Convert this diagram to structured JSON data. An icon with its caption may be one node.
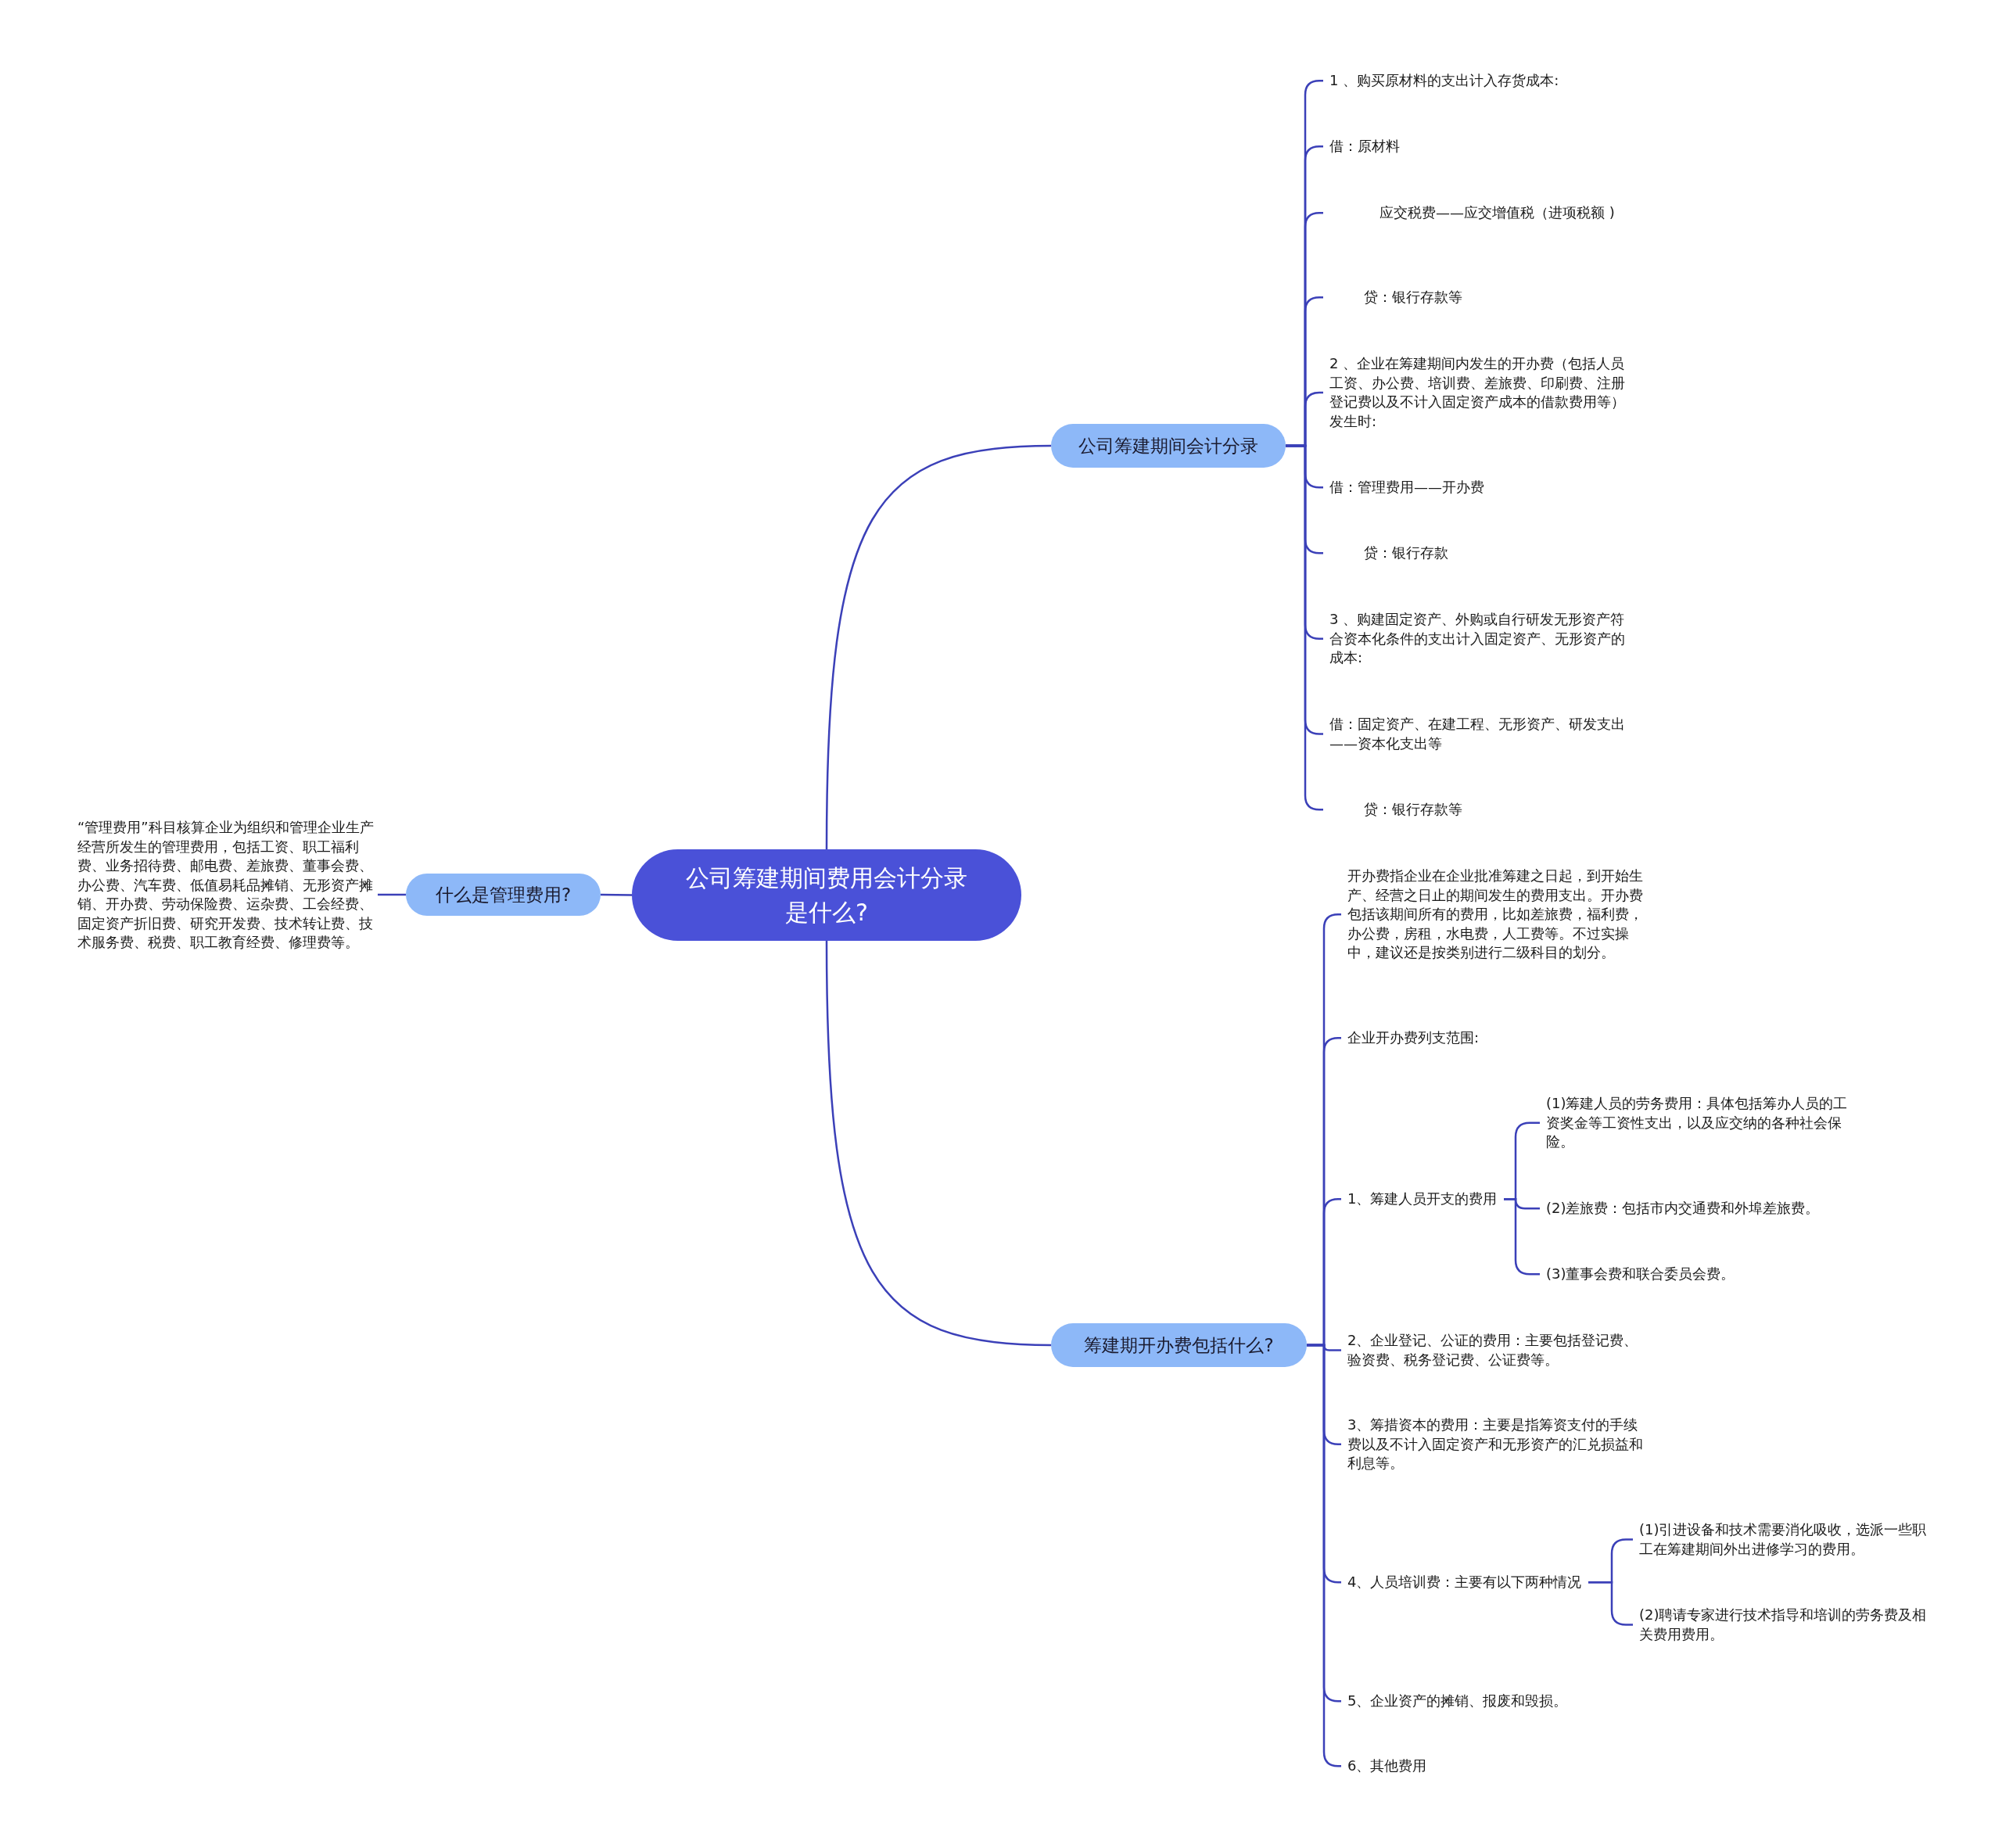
{
  "diagram": {
    "nodes": [
      {
        "text": [
          "公司筹建期间费用会计分录是什么?"
        ]
      },
      {
        "text": [
          "公司筹建期间会计分录"
        ]
      },
      {
        "text": [
          "1 、购买原材料的支出计入存货成本:"
        ]
      },
      {
        "text": [
          "借：原材料"
        ]
      },
      {
        "text": [
          "应交税费——应交增值税（进项税额 )"
        ]
      },
      {
        "text": [
          "贷：银行存款等"
        ]
      },
      {
        "text": [
          "2 、企业在筹建期间内发生的开办费（包括人员工资、办公费、培训费、差旅费、印刷费、注册登记费以及不计入固定资产成本的借款费用等）发生时:"
        ]
      },
      {
        "text": [
          "借：管理费用——开办费"
        ]
      },
      {
        "text": [
          "贷：银行存款"
        ]
      },
      {
        "text": [
          "3 、购建固定资产、外购或自行研发无形资产符合资本化条件的支出计入固定资产、无形资产的成本:"
        ]
      },
      {
        "text": [
          "借：固定资产、在建工程、无形资产、研发支出——资本化支出等"
        ]
      },
      {
        "text": [
          "贷：银行存款等"
        ]
      },
      {
        "text": [
          "筹建期开办费包括什么?"
        ]
      },
      {
        "text": [
          "开办费指企业在企业批准筹建之日起，到开始生产、经营之日止的期间发生的费用支出。开办费包括该期间所有的费用，比如差旅费，福利费，办公费，房租，水电费，人工费等。不过实操中，建议还是按类别进行二级科目的划分。"
        ]
      },
      {
        "text": [
          "企业开办费列支范围:"
        ]
      },
      {
        "text": [
          "1、筹建人员开支的费用"
        ]
      },
      {
        "text": [
          "(1)筹建人员的劳务费用：具体包括筹办人员的工资奖金等工资性支出，以及应交纳的各种社会保险。"
        ]
      },
      {
        "text": [
          "(2)差旅费：包括市内交通费和外埠差旅费。"
        ]
      },
      {
        "text": [
          "(3)董事会费和联合委员会费。"
        ]
      },
      {
        "text": [
          "2、企业登记、公证的费用：主要包括登记费、验资费、税务登记费、公证费等。"
        ]
      },
      {
        "text": [
          "3、筹措资本的费用：主要是指筹资支付的手续费以及不计入固定资产和无形资产的汇兑损益和利息等。"
        ]
      },
      {
        "text": [
          "4、人员培训费：主要有以下两种情况"
        ]
      },
      {
        "text": [
          "(1)引进设备和技术需要消化吸收，选派一些职工在筹建期间外出进修学习的费用。"
        ]
      },
      {
        "text": [
          "(2)聘请专家进行技术指导和培训的劳务费及相关费用费用。"
        ]
      },
      {
        "text": [
          "5、企业资产的摊销、报废和毁损。"
        ]
      },
      {
        "text": [
          "6、其他费用"
        ]
      },
      {
        "text": [
          "什么是管理费用?"
        ]
      },
      {
        "text": [
          "“管理费用”科目核算企业为组织和管理企业生产经营所发生的管理费用，包括工资、职工福利费、业务招待费、邮电费、差旅费、董事会费、办公费、汽车费、低值易耗品摊销、无形资产摊销、开办费、劳动保险费、运杂费、工会经费、固定资产折旧费、研究开发费、技术转让费、技术服务费、税费、职工教育经费、修理费等。"
        ]
      }
    ],
    "edges": [
      {
        "from": 0,
        "to": 1,
        "arrow": "none"
      },
      {
        "from": 1,
        "to": 2,
        "arrow": "none"
      },
      {
        "from": 1,
        "to": 3,
        "arrow": "none"
      },
      {
        "from": 1,
        "to": 4,
        "arrow": "none"
      },
      {
        "from": 1,
        "to": 5,
        "arrow": "none"
      },
      {
        "from": 1,
        "to": 6,
        "arrow": "none"
      },
      {
        "from": 1,
        "to": 7,
        "arrow": "none"
      },
      {
        "from": 1,
        "to": 8,
        "arrow": "none"
      },
      {
        "from": 1,
        "to": 9,
        "arrow": "none"
      },
      {
        "from": 1,
        "to": 10,
        "arrow": "none"
      },
      {
        "from": 1,
        "to": 11,
        "arrow": "none"
      },
      {
        "from": 0,
        "to": 12,
        "arrow": "none"
      },
      {
        "from": 12,
        "to": 13,
        "arrow": "none"
      },
      {
        "from": 12,
        "to": 14,
        "arrow": "none"
      },
      {
        "from": 12,
        "to": 15,
        "arrow": "none"
      },
      {
        "from": 15,
        "to": 16,
        "arrow": "none"
      },
      {
        "from": 15,
        "to": 17,
        "arrow": "none"
      },
      {
        "from": 15,
        "to": 18,
        "arrow": "none"
      },
      {
        "from": 12,
        "to": 19,
        "arrow": "none"
      },
      {
        "from": 12,
        "to": 20,
        "arrow": "none"
      },
      {
        "from": 12,
        "to": 21,
        "arrow": "none"
      },
      {
        "from": 21,
        "to": 22,
        "arrow": "none"
      },
      {
        "from": 21,
        "to": 23,
        "arrow": "none"
      },
      {
        "from": 12,
        "to": 24,
        "arrow": "none"
      },
      {
        "from": 12,
        "to": 25,
        "arrow": "none"
      },
      {
        "from": 0,
        "to": 26,
        "arrow": "none"
      },
      {
        "from": 26,
        "to": 27,
        "arrow": "none"
      }
    ]
  }
}
